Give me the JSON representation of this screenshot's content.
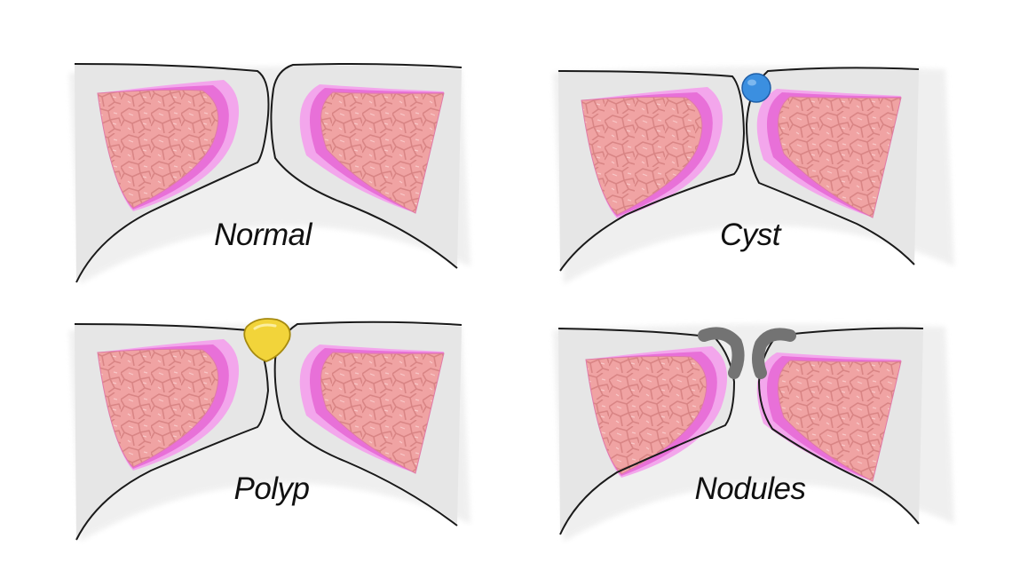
{
  "figure": {
    "panels": [
      {
        "id": "normal",
        "label": "Normal",
        "lesion": "none"
      },
      {
        "id": "cyst",
        "label": "Cyst",
        "lesion": "cyst"
      },
      {
        "id": "polyp",
        "label": "Polyp",
        "lesion": "polyp"
      },
      {
        "id": "nodules",
        "label": "Nodules",
        "lesion": "nodules"
      }
    ]
  },
  "colors": {
    "background": "#ffffff",
    "tissue_gray": "#e6e6e6",
    "outline": "#1a1a1a",
    "muscle_pink": "#f0a3a3",
    "muscle_cell_lines": "#d98585",
    "ligament_magenta": "#e870d8",
    "ligament_light": "#f3a6ec",
    "cyst_blue": "#3b8fe0",
    "polyp_yellow": "#f2d43a",
    "nodule_gray": "#737373"
  }
}
